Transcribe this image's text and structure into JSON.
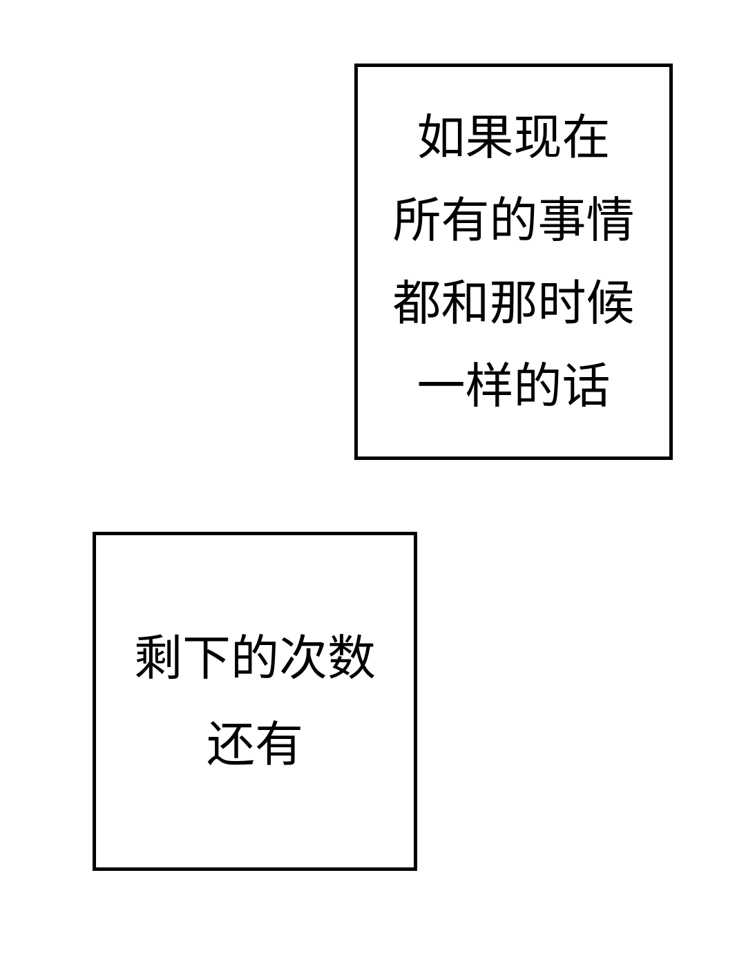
{
  "page": {
    "background_color": "#ffffff",
    "text_color": "#000000",
    "border_color": "#000000"
  },
  "panels": [
    {
      "name": "dialogue-box-top",
      "lines": [
        "如果现在",
        "所有的事情",
        "都和那时候",
        "一样的话"
      ]
    },
    {
      "name": "dialogue-box-bottom",
      "lines": [
        "剩下的次数",
        "还有"
      ]
    }
  ]
}
